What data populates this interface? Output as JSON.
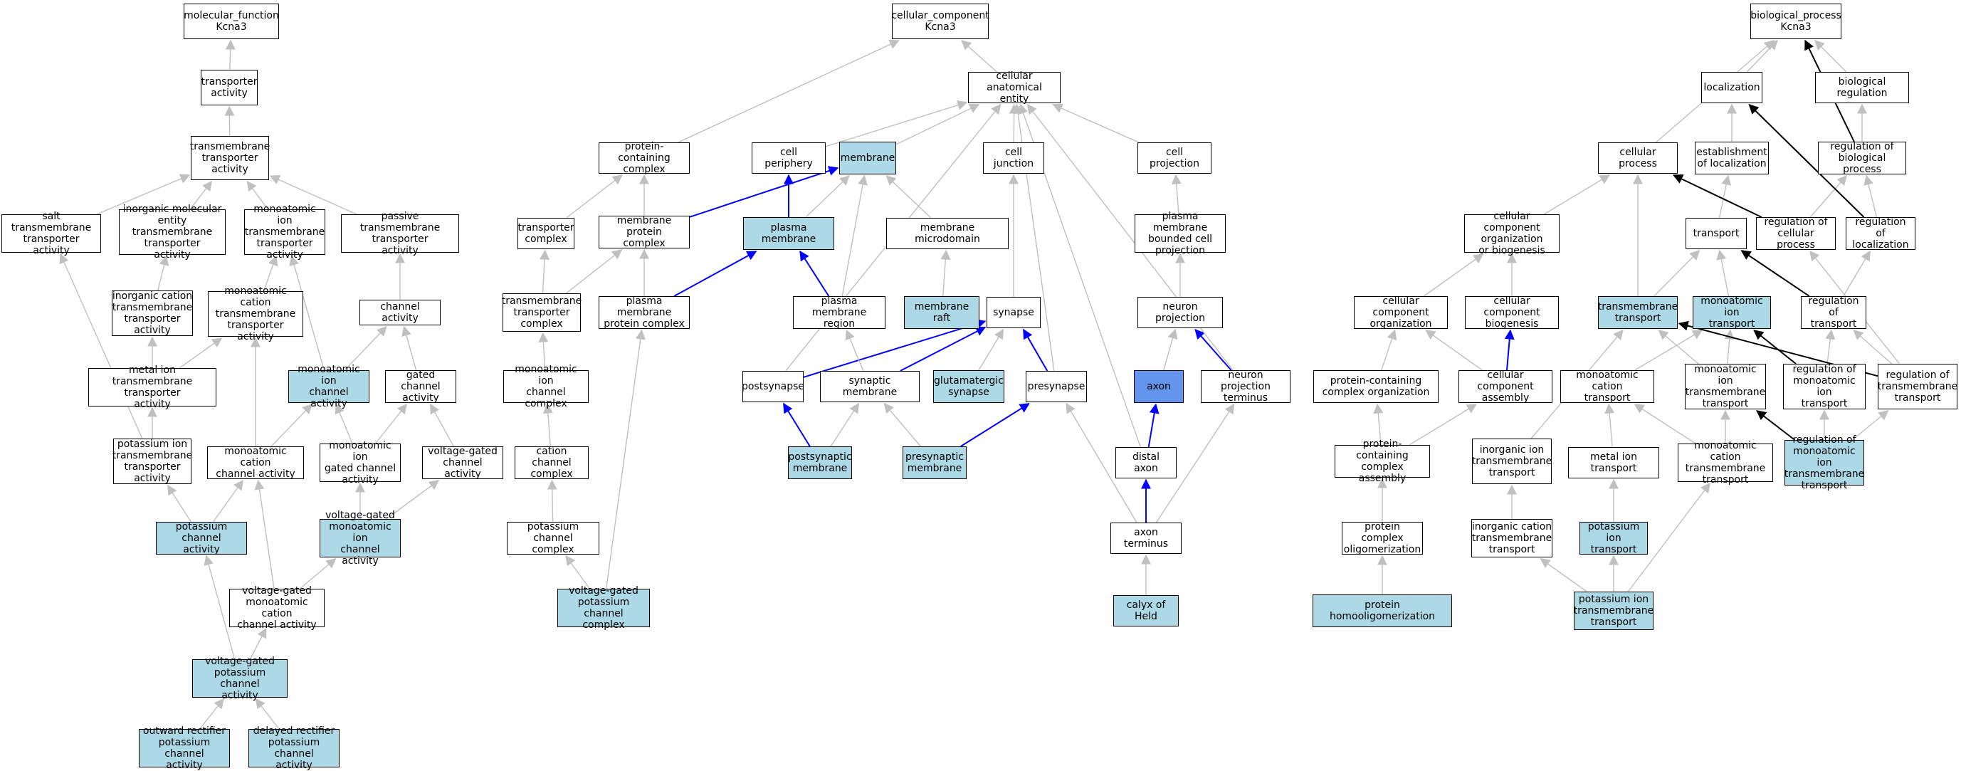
{
  "colors": {
    "highlight": "#add8e6",
    "focus": "#6495ed",
    "edge_is_a": "#c0c0c0",
    "edge_part_of": "#0000ff",
    "edge_regulates": "#000000"
  },
  "nodes": [
    {
      "id": "mf_root",
      "label": "molecular_function\nKcna3",
      "style": "plain"
    },
    {
      "id": "transporter_activity",
      "label": "transporter\nactivity",
      "style": "plain"
    },
    {
      "id": "tm_transporter_activity",
      "label": "transmembrane\ntransporter\nactivity",
      "style": "plain"
    },
    {
      "id": "salt_tm",
      "label": "salt transmembrane\ntransporter\nactivity",
      "style": "plain"
    },
    {
      "id": "inorg_mol",
      "label": "inorganic molecular\nentity transmembrane\ntransporter\nactivity",
      "style": "plain"
    },
    {
      "id": "monoion_tm",
      "label": "monoatomic ion\ntransmembrane\ntransporter\nactivity",
      "style": "plain"
    },
    {
      "id": "passive_tm",
      "label": "passive transmembrane\ntransporter\nactivity",
      "style": "plain"
    },
    {
      "id": "inorg_cation_tm",
      "label": "inorganic cation\ntransmembrane\ntransporter\nactivity",
      "style": "plain"
    },
    {
      "id": "monocation_tm",
      "label": "monoatomic cation\ntransmembrane\ntransporter\nactivity",
      "style": "plain"
    },
    {
      "id": "channel_activity",
      "label": "channel activity",
      "style": "plain"
    },
    {
      "id": "metal_ion_tm",
      "label": "metal ion transmembrane\ntransporter\nactivity",
      "style": "plain"
    },
    {
      "id": "monoion_channel",
      "label": "monoatomic ion\nchannel activity",
      "style": "hl"
    },
    {
      "id": "gated_channel",
      "label": "gated channel\nactivity",
      "style": "plain"
    },
    {
      "id": "k_ion_tm",
      "label": "potassium ion\ntransmembrane\ntransporter\nactivity",
      "style": "plain"
    },
    {
      "id": "monocation_channel",
      "label": "monoatomic cation\nchannel activity",
      "style": "plain"
    },
    {
      "id": "monoion_gated",
      "label": "monoatomic ion\ngated channel\nactivity",
      "style": "plain"
    },
    {
      "id": "vg_channel",
      "label": "voltage-gated\nchannel activity",
      "style": "plain"
    },
    {
      "id": "k_channel",
      "label": "potassium channel\nactivity",
      "style": "hl"
    },
    {
      "id": "vg_monoion_channel",
      "label": "voltage-gated\nmonoatomic ion\nchannel activity",
      "style": "hl"
    },
    {
      "id": "vg_monocation_channel",
      "label": "voltage-gated\nmonoatomic cation\nchannel activity",
      "style": "plain"
    },
    {
      "id": "vg_k_channel",
      "label": "voltage-gated\npotassium channel\nactivity",
      "style": "hl"
    },
    {
      "id": "outward_rect",
      "label": "outward rectifier\npotassium channel\nactivity",
      "style": "hl"
    },
    {
      "id": "delayed_rect",
      "label": "delayed rectifier\npotassium channel\nactivity",
      "style": "hl"
    },
    {
      "id": "cc_root",
      "label": "cellular_component\nKcna3",
      "style": "plain"
    },
    {
      "id": "cell_anat",
      "label": "cellular anatomical\nentity",
      "style": "plain"
    },
    {
      "id": "prot_complex",
      "label": "protein-containing\ncomplex",
      "style": "plain"
    },
    {
      "id": "cell_periphery",
      "label": "cell periphery",
      "style": "plain"
    },
    {
      "id": "membrane",
      "label": "membrane",
      "style": "hl"
    },
    {
      "id": "cell_junction",
      "label": "cell junction",
      "style": "plain"
    },
    {
      "id": "cell_projection",
      "label": "cell projection",
      "style": "plain"
    },
    {
      "id": "transporter_complex",
      "label": "transporter\ncomplex",
      "style": "plain"
    },
    {
      "id": "memb_prot_complex",
      "label": "membrane protein\ncomplex",
      "style": "plain"
    },
    {
      "id": "plasma_membrane",
      "label": "plasma membrane",
      "style": "hl"
    },
    {
      "id": "memb_microdomain",
      "label": "membrane microdomain",
      "style": "plain"
    },
    {
      "id": "pm_bounded_proj",
      "label": "plasma membrane\nbounded cell\nprojection",
      "style": "plain"
    },
    {
      "id": "tm_transporter_complex",
      "label": "transmembrane\ntransporter\ncomplex",
      "style": "plain"
    },
    {
      "id": "pm_prot_complex",
      "label": "plasma membrane\nprotein complex",
      "style": "plain"
    },
    {
      "id": "pm_region",
      "label": "plasma membrane\nregion",
      "style": "plain"
    },
    {
      "id": "memb_raft",
      "label": "membrane raft",
      "style": "hl"
    },
    {
      "id": "synapse",
      "label": "synapse",
      "style": "plain"
    },
    {
      "id": "neuron_proj",
      "label": "neuron projection",
      "style": "plain"
    },
    {
      "id": "monoion_ch_complex",
      "label": "monoatomic ion\nchannel complex",
      "style": "plain"
    },
    {
      "id": "postsynapse",
      "label": "postsynapse",
      "style": "plain"
    },
    {
      "id": "syn_membrane",
      "label": "synaptic membrane",
      "style": "plain"
    },
    {
      "id": "glut_synapse",
      "label": "glutamatergic\nsynapse",
      "style": "hl"
    },
    {
      "id": "presynapse",
      "label": "presynapse",
      "style": "plain"
    },
    {
      "id": "axon",
      "label": "axon",
      "style": "focus"
    },
    {
      "id": "np_terminus",
      "label": "neuron projection\nterminus",
      "style": "plain"
    },
    {
      "id": "cation_ch_complex",
      "label": "cation channel\ncomplex",
      "style": "plain"
    },
    {
      "id": "postsyn_membrane",
      "label": "postsynaptic\nmembrane",
      "style": "hl"
    },
    {
      "id": "presyn_membrane",
      "label": "presynaptic\nmembrane",
      "style": "hl"
    },
    {
      "id": "distal_axon",
      "label": "distal axon",
      "style": "plain"
    },
    {
      "id": "k_ch_complex",
      "label": "potassium channel\ncomplex",
      "style": "plain"
    },
    {
      "id": "axon_terminus",
      "label": "axon terminus",
      "style": "plain"
    },
    {
      "id": "vg_k_ch_complex",
      "label": "voltage-gated\npotassium channel\ncomplex",
      "style": "hl"
    },
    {
      "id": "calyx",
      "label": "calyx of Held",
      "style": "hl"
    },
    {
      "id": "bp_root",
      "label": "biological_process\nKcna3",
      "style": "plain"
    },
    {
      "id": "localization",
      "label": "localization",
      "style": "plain"
    },
    {
      "id": "bio_reg",
      "label": "biological regulation",
      "style": "plain"
    },
    {
      "id": "cellular_process",
      "label": "cellular process",
      "style": "plain"
    },
    {
      "id": "est_localization",
      "label": "establishment\nof localization",
      "style": "plain"
    },
    {
      "id": "reg_bio_process",
      "label": "regulation of\nbiological process",
      "style": "plain"
    },
    {
      "id": "cc_org_biogen",
      "label": "cellular component\norganization\nor biogenesis",
      "style": "plain"
    },
    {
      "id": "transport",
      "label": "transport",
      "style": "plain"
    },
    {
      "id": "reg_cell_process",
      "label": "regulation of\ncellular process",
      "style": "plain"
    },
    {
      "id": "reg_localization",
      "label": "regulation of\nlocalization",
      "style": "plain"
    },
    {
      "id": "cc_org",
      "label": "cellular component\norganization",
      "style": "plain"
    },
    {
      "id": "cc_biogen",
      "label": "cellular component\nbiogenesis",
      "style": "plain"
    },
    {
      "id": "tm_transport",
      "label": "transmembrane\ntransport",
      "style": "hl"
    },
    {
      "id": "monoion_transport",
      "label": "monoatomic ion\ntransport",
      "style": "hl"
    },
    {
      "id": "reg_transport",
      "label": "regulation of\ntransport",
      "style": "plain"
    },
    {
      "id": "prot_complex_org",
      "label": "protein-containing\ncomplex organization",
      "style": "plain"
    },
    {
      "id": "cc_assembly",
      "label": "cellular component\nassembly",
      "style": "plain"
    },
    {
      "id": "monocation_transport",
      "label": "monoatomic cation\ntransport",
      "style": "plain"
    },
    {
      "id": "monoion_tm_transport",
      "label": "monoatomic ion\ntransmembrane\ntransport",
      "style": "plain"
    },
    {
      "id": "reg_monoion_transport",
      "label": "regulation of\nmonoatomic ion\ntransport",
      "style": "plain"
    },
    {
      "id": "reg_tm_transport",
      "label": "regulation of\ntransmembrane\ntransport",
      "style": "plain"
    },
    {
      "id": "prot_complex_assembly",
      "label": "protein-containing\ncomplex assembly",
      "style": "plain"
    },
    {
      "id": "inorg_ion_tm_transport",
      "label": "inorganic ion\ntransmembrane\ntransport",
      "style": "plain"
    },
    {
      "id": "metal_ion_transport",
      "label": "metal ion transport",
      "style": "plain"
    },
    {
      "id": "monocation_tm_transport",
      "label": "monoatomic cation\ntransmembrane\ntransport",
      "style": "plain"
    },
    {
      "id": "reg_monoion_tm_transport",
      "label": "regulation of\nmonoatomic ion\ntransmembrane\ntransport",
      "style": "hl"
    },
    {
      "id": "prot_complex_olig",
      "label": "protein complex\noligomerization",
      "style": "plain"
    },
    {
      "id": "inorg_cation_tm_transport",
      "label": "inorganic cation\ntransmembrane\ntransport",
      "style": "plain"
    },
    {
      "id": "k_ion_transport",
      "label": "potassium ion\ntransport",
      "style": "hl"
    },
    {
      "id": "prot_homoolig",
      "label": "protein homooligomerization",
      "style": "hl"
    },
    {
      "id": "k_ion_tm_transport",
      "label": "potassium ion\ntransmembrane\ntransport",
      "style": "hl"
    }
  ],
  "edges": [
    [
      "transporter_activity",
      "mf_root",
      "is_a"
    ],
    [
      "tm_transporter_activity",
      "transporter_activity",
      "is_a"
    ],
    [
      "salt_tm",
      "tm_transporter_activity",
      "is_a"
    ],
    [
      "inorg_mol",
      "tm_transporter_activity",
      "is_a"
    ],
    [
      "monoion_tm",
      "tm_transporter_activity",
      "is_a"
    ],
    [
      "passive_tm",
      "tm_transporter_activity",
      "is_a"
    ],
    [
      "inorg_cation_tm",
      "inorg_mol",
      "is_a"
    ],
    [
      "monocation_tm",
      "monoion_tm",
      "is_a"
    ],
    [
      "channel_activity",
      "passive_tm",
      "is_a"
    ],
    [
      "metal_ion_tm",
      "inorg_cation_tm",
      "is_a"
    ],
    [
      "metal_ion_tm",
      "monocation_tm",
      "is_a"
    ],
    [
      "monoion_channel",
      "monoion_tm",
      "is_a"
    ],
    [
      "monoion_channel",
      "channel_activity",
      "is_a"
    ],
    [
      "gated_channel",
      "channel_activity",
      "is_a"
    ],
    [
      "k_ion_tm",
      "metal_ion_tm",
      "is_a"
    ],
    [
      "k_ion_tm",
      "salt_tm",
      "is_a"
    ],
    [
      "monocation_channel",
      "monoion_channel",
      "is_a"
    ],
    [
      "monocation_channel",
      "monocation_tm",
      "is_a"
    ],
    [
      "monoion_gated",
      "monoion_channel",
      "is_a"
    ],
    [
      "monoion_gated",
      "gated_channel",
      "is_a"
    ],
    [
      "vg_channel",
      "gated_channel",
      "is_a"
    ],
    [
      "k_channel",
      "k_ion_tm",
      "is_a"
    ],
    [
      "k_channel",
      "monocation_channel",
      "is_a"
    ],
    [
      "vg_monoion_channel",
      "monoion_gated",
      "is_a"
    ],
    [
      "vg_monoion_channel",
      "vg_channel",
      "is_a"
    ],
    [
      "vg_monocation_channel",
      "vg_monoion_channel",
      "is_a"
    ],
    [
      "vg_monocation_channel",
      "monocation_channel",
      "is_a"
    ],
    [
      "vg_k_channel",
      "k_channel",
      "is_a"
    ],
    [
      "vg_k_channel",
      "vg_monocation_channel",
      "is_a"
    ],
    [
      "outward_rect",
      "vg_k_channel",
      "is_a"
    ],
    [
      "delayed_rect",
      "vg_k_channel",
      "is_a"
    ],
    [
      "cell_anat",
      "cc_root",
      "is_a"
    ],
    [
      "prot_complex",
      "cc_root",
      "is_a"
    ],
    [
      "cell_periphery",
      "cell_anat",
      "is_a"
    ],
    [
      "membrane",
      "cell_anat",
      "is_a"
    ],
    [
      "cell_junction",
      "cell_anat",
      "is_a"
    ],
    [
      "cell_projection",
      "cell_anat",
      "is_a"
    ],
    [
      "transporter_complex",
      "prot_complex",
      "is_a"
    ],
    [
      "memb_prot_complex",
      "prot_complex",
      "is_a"
    ],
    [
      "memb_prot_complex",
      "membrane",
      "part_of"
    ],
    [
      "plasma_membrane",
      "cell_periphery",
      "part_of"
    ],
    [
      "plasma_membrane",
      "membrane",
      "is_a"
    ],
    [
      "memb_microdomain",
      "membrane",
      "is_a"
    ],
    [
      "pm_bounded_proj",
      "cell_projection",
      "is_a"
    ],
    [
      "tm_transporter_complex",
      "transporter_complex",
      "is_a"
    ],
    [
      "tm_transporter_complex",
      "memb_prot_complex",
      "is_a"
    ],
    [
      "pm_prot_complex",
      "memb_prot_complex",
      "is_a"
    ],
    [
      "pm_prot_complex",
      "plasma_membrane",
      "part_of"
    ],
    [
      "pm_region",
      "plasma_membrane",
      "part_of"
    ],
    [
      "pm_region",
      "membrane",
      "is_a"
    ],
    [
      "memb_raft",
      "memb_microdomain",
      "is_a"
    ],
    [
      "synapse",
      "cell_junction",
      "is_a"
    ],
    [
      "neuron_proj",
      "pm_bounded_proj",
      "is_a"
    ],
    [
      "monoion_ch_complex",
      "tm_transporter_complex",
      "is_a"
    ],
    [
      "postsynapse",
      "synapse",
      "part_of"
    ],
    [
      "postsynapse",
      "cell_anat",
      "is_a"
    ],
    [
      "syn_membrane",
      "synapse",
      "part_of"
    ],
    [
      "syn_membrane",
      "pm_region",
      "is_a"
    ],
    [
      "glut_synapse",
      "synapse",
      "is_a"
    ],
    [
      "presynapse",
      "synapse",
      "part_of"
    ],
    [
      "presynapse",
      "cell_anat",
      "is_a"
    ],
    [
      "axon",
      "neuron_proj",
      "is_a"
    ],
    [
      "np_terminus",
      "neuron_proj",
      "part_of"
    ],
    [
      "np_terminus",
      "cell_anat",
      "is_a"
    ],
    [
      "cation_ch_complex",
      "monoion_ch_complex",
      "is_a"
    ],
    [
      "postsyn_membrane",
      "postsynapse",
      "part_of"
    ],
    [
      "postsyn_membrane",
      "syn_membrane",
      "is_a"
    ],
    [
      "presyn_membrane",
      "presynapse",
      "part_of"
    ],
    [
      "presyn_membrane",
      "syn_membrane",
      "is_a"
    ],
    [
      "distal_axon",
      "axon",
      "part_of"
    ],
    [
      "distal_axon",
      "cell_anat",
      "is_a"
    ],
    [
      "k_ch_complex",
      "cation_ch_complex",
      "is_a"
    ],
    [
      "axon_terminus",
      "distal_axon",
      "part_of"
    ],
    [
      "axon_terminus",
      "presynapse",
      "is_a"
    ],
    [
      "axon_terminus",
      "np_terminus",
      "is_a"
    ],
    [
      "vg_k_ch_complex",
      "k_ch_complex",
      "is_a"
    ],
    [
      "vg_k_ch_complex",
      "pm_prot_complex",
      "is_a"
    ],
    [
      "calyx",
      "axon_terminus",
      "is_a"
    ],
    [
      "localization",
      "bp_root",
      "is_a"
    ],
    [
      "bio_reg",
      "bp_root",
      "is_a"
    ],
    [
      "cellular_process",
      "bp_root",
      "is_a"
    ],
    [
      "est_localization",
      "localization",
      "is_a"
    ],
    [
      "reg_bio_process",
      "bp_root",
      "regulates"
    ],
    [
      "reg_bio_process",
      "bio_reg",
      "is_a"
    ],
    [
      "cc_org_biogen",
      "cellular_process",
      "is_a"
    ],
    [
      "transport",
      "est_localization",
      "is_a"
    ],
    [
      "reg_cell_process",
      "cellular_process",
      "regulates"
    ],
    [
      "reg_cell_process",
      "reg_bio_process",
      "is_a"
    ],
    [
      "reg_localization",
      "localization",
      "regulates"
    ],
    [
      "reg_localization",
      "reg_bio_process",
      "is_a"
    ],
    [
      "cc_org",
      "cc_org_biogen",
      "is_a"
    ],
    [
      "cc_biogen",
      "cc_org_biogen",
      "is_a"
    ],
    [
      "tm_transport",
      "transport",
      "is_a"
    ],
    [
      "tm_transport",
      "cellular_process",
      "is_a"
    ],
    [
      "monoion_transport",
      "transport",
      "is_a"
    ],
    [
      "reg_transport",
      "transport",
      "regulates"
    ],
    [
      "reg_transport",
      "reg_localization",
      "is_a"
    ],
    [
      "prot_complex_org",
      "cc_org",
      "is_a"
    ],
    [
      "cc_assembly",
      "cc_biogen",
      "part_of"
    ],
    [
      "cc_assembly",
      "cc_org",
      "is_a"
    ],
    [
      "monocation_transport",
      "monoion_transport",
      "is_a"
    ],
    [
      "monoion_tm_transport",
      "monoion_transport",
      "is_a"
    ],
    [
      "monoion_tm_transport",
      "tm_transport",
      "is_a"
    ],
    [
      "reg_monoion_transport",
      "monoion_transport",
      "regulates"
    ],
    [
      "reg_monoion_transport",
      "reg_transport",
      "is_a"
    ],
    [
      "reg_tm_transport",
      "tm_transport",
      "regulates"
    ],
    [
      "reg_tm_transport",
      "reg_transport",
      "is_a"
    ],
    [
      "reg_tm_transport",
      "reg_cell_process",
      "is_a"
    ],
    [
      "prot_complex_assembly",
      "prot_complex_org",
      "is_a"
    ],
    [
      "prot_complex_assembly",
      "cc_assembly",
      "is_a"
    ],
    [
      "inorg_ion_tm_transport",
      "tm_transport",
      "is_a"
    ],
    [
      "metal_ion_transport",
      "monocation_transport",
      "is_a"
    ],
    [
      "monocation_tm_transport",
      "monocation_transport",
      "is_a"
    ],
    [
      "monocation_tm_transport",
      "monoion_tm_transport",
      "is_a"
    ],
    [
      "reg_monoion_tm_transport",
      "monoion_tm_transport",
      "regulates"
    ],
    [
      "reg_monoion_tm_transport",
      "reg_monoion_transport",
      "is_a"
    ],
    [
      "reg_monoion_tm_transport",
      "reg_tm_transport",
      "is_a"
    ],
    [
      "prot_complex_olig",
      "prot_complex_assembly",
      "is_a"
    ],
    [
      "inorg_cation_tm_transport",
      "inorg_ion_tm_transport",
      "is_a"
    ],
    [
      "k_ion_transport",
      "metal_ion_transport",
      "is_a"
    ],
    [
      "prot_homoolig",
      "prot_complex_olig",
      "is_a"
    ],
    [
      "k_ion_tm_transport",
      "k_ion_transport",
      "is_a"
    ],
    [
      "k_ion_tm_transport",
      "inorg_cation_tm_transport",
      "is_a"
    ],
    [
      "k_ion_tm_transport",
      "monocation_tm_transport",
      "is_a"
    ]
  ]
}
